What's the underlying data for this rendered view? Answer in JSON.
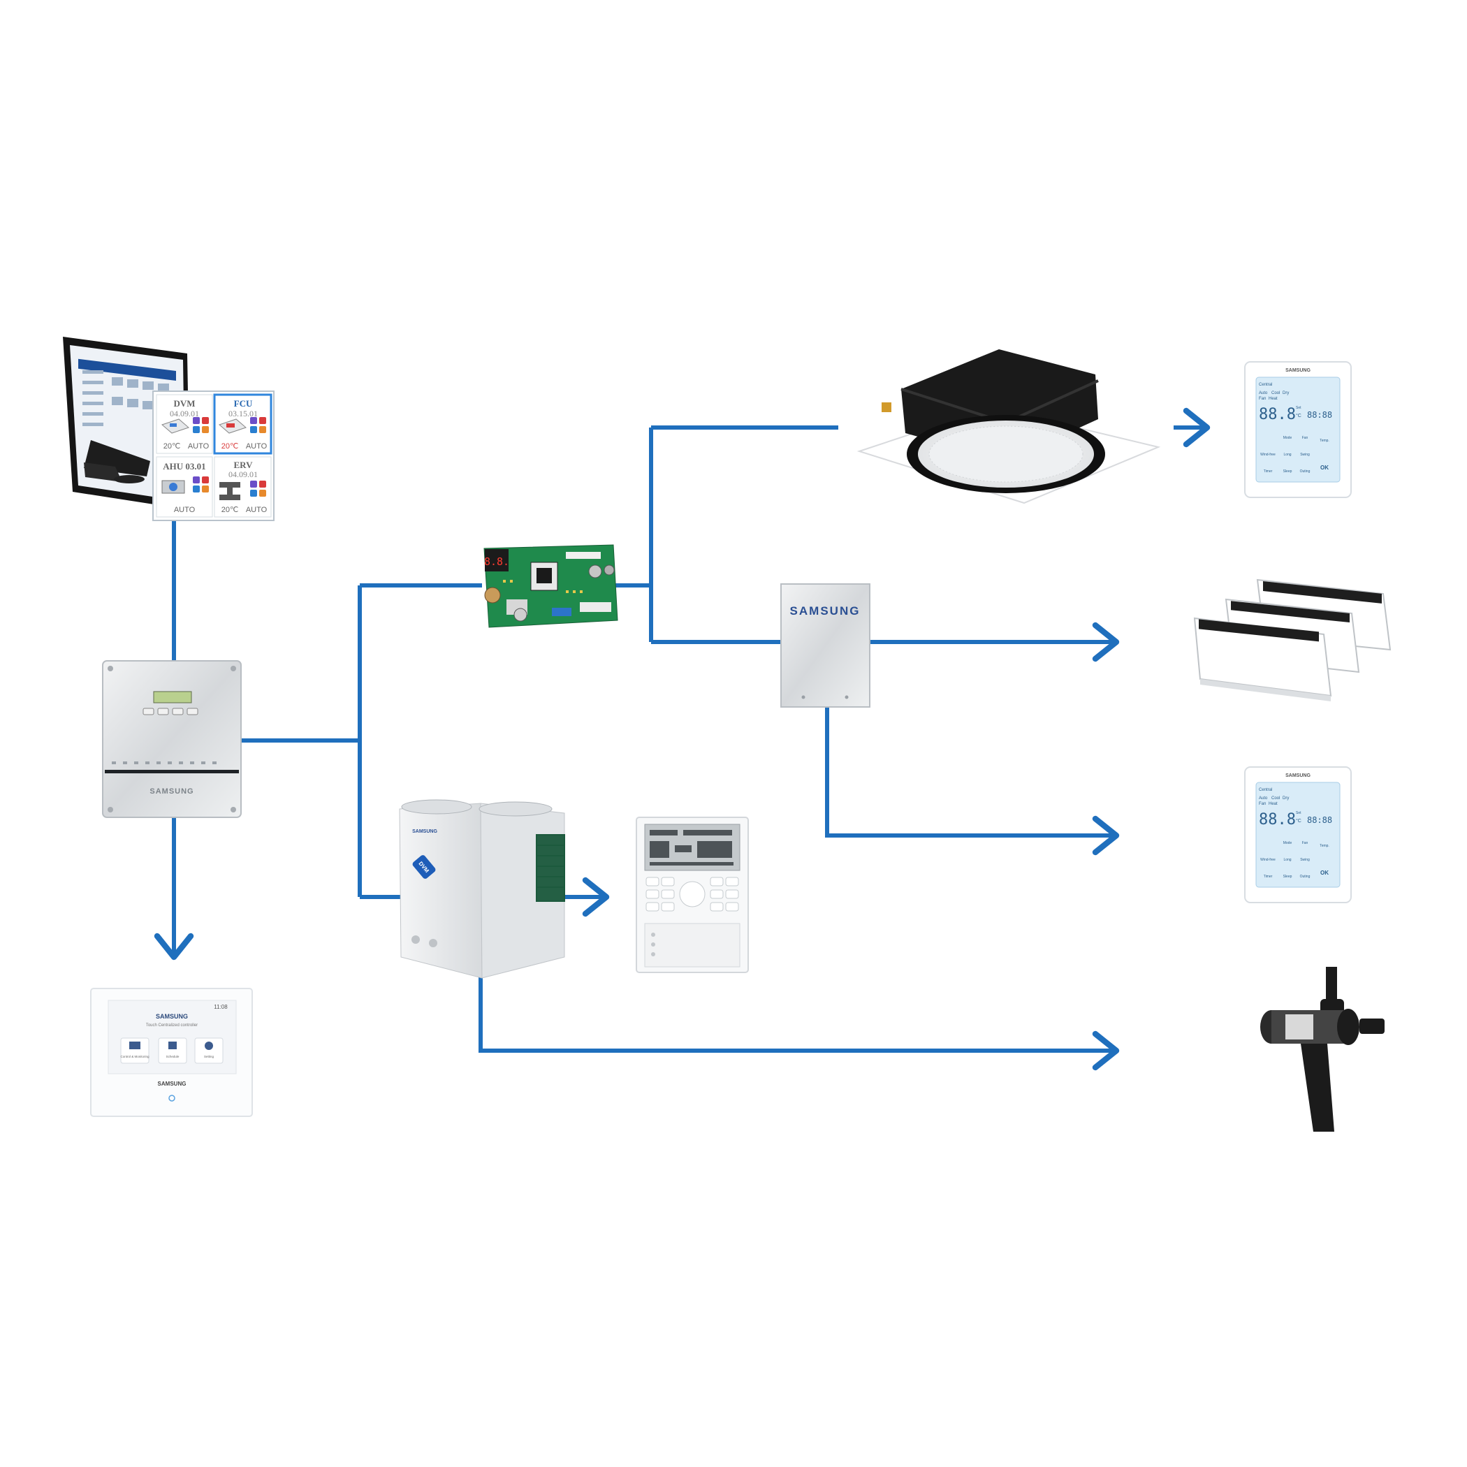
{
  "colors": {
    "connector": "#1f6fbd",
    "panel_bg": "#f3f5f7",
    "pcb_green": "#1f8a4c",
    "lcd_blue": "#d9ecf8",
    "accent_blue": "#2a7fd0",
    "accent_red": "#d93a3a",
    "accent_orange": "#e7892c",
    "accent_purple": "#6b4ec8"
  },
  "software_screen": {
    "tiles": [
      {
        "name": "DVM",
        "code": "04.09.01",
        "temp": "20℃",
        "mode": "AUTO"
      },
      {
        "name": "FCU",
        "code": "03.15.01",
        "temp": "20℃",
        "mode": "AUTO"
      },
      {
        "name": "AHU 03.01",
        "code": "",
        "temp": "",
        "mode": "AUTO"
      },
      {
        "name": "ERV",
        "code": "04.09.01",
        "temp": "20℃",
        "mode": "AUTO"
      }
    ]
  },
  "brand": {
    "name": "SAMSUNG"
  },
  "touch_controller": {
    "time": "11:08",
    "brand": "SAMSUNG",
    "subtitle": "Touch Centralized controller",
    "buttons": [
      "Control & Monitoring",
      "Schedule",
      "Setting"
    ],
    "footer_brand": "SAMSUNG"
  },
  "wall_remote": {
    "brand": "SAMSUNG",
    "row1": [
      "Central",
      "Auto",
      "Cool",
      "Dry",
      "Fan",
      "Heat"
    ],
    "digits_main": "88.8",
    "unit": "°C",
    "set_label": "Set",
    "digits_aux": "88:88",
    "buttons_row1": [
      "Mode",
      "Fan",
      "Temp."
    ],
    "buttons_row2": [
      "Wind-free",
      "Long",
      "Swing"
    ],
    "buttons_row3": [
      "Timer",
      "Sleep",
      "Outing",
      "OK"
    ]
  },
  "outdoor_unit": {
    "label": "DVM"
  }
}
